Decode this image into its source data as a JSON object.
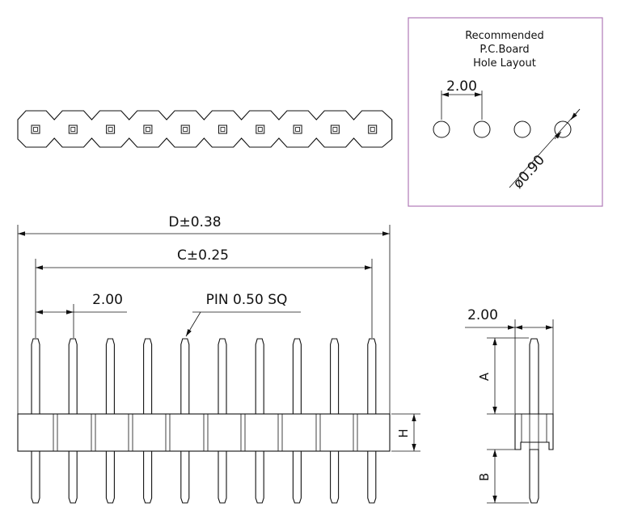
{
  "drawing": {
    "layout_box": {
      "title_lines": [
        "Recommended",
        "P.C.Board",
        "Hole Layout"
      ],
      "pitch_label": "2.00",
      "hole_label": "ø0.90",
      "hole_count": 4
    },
    "top_view": {
      "pin_count": 10
    },
    "front_view": {
      "overall_label": "D±0.38",
      "span_label": "C±0.25",
      "pitch_label": "2.00",
      "pin_label": "PIN  0.50  SQ",
      "height_label": "H",
      "pin_count": 10
    },
    "side_view": {
      "width_label": "2.00",
      "upper_label": "A",
      "lower_label": "B"
    },
    "colors": {
      "line": "#111111",
      "layout_box_border": "#b07ab8"
    }
  }
}
